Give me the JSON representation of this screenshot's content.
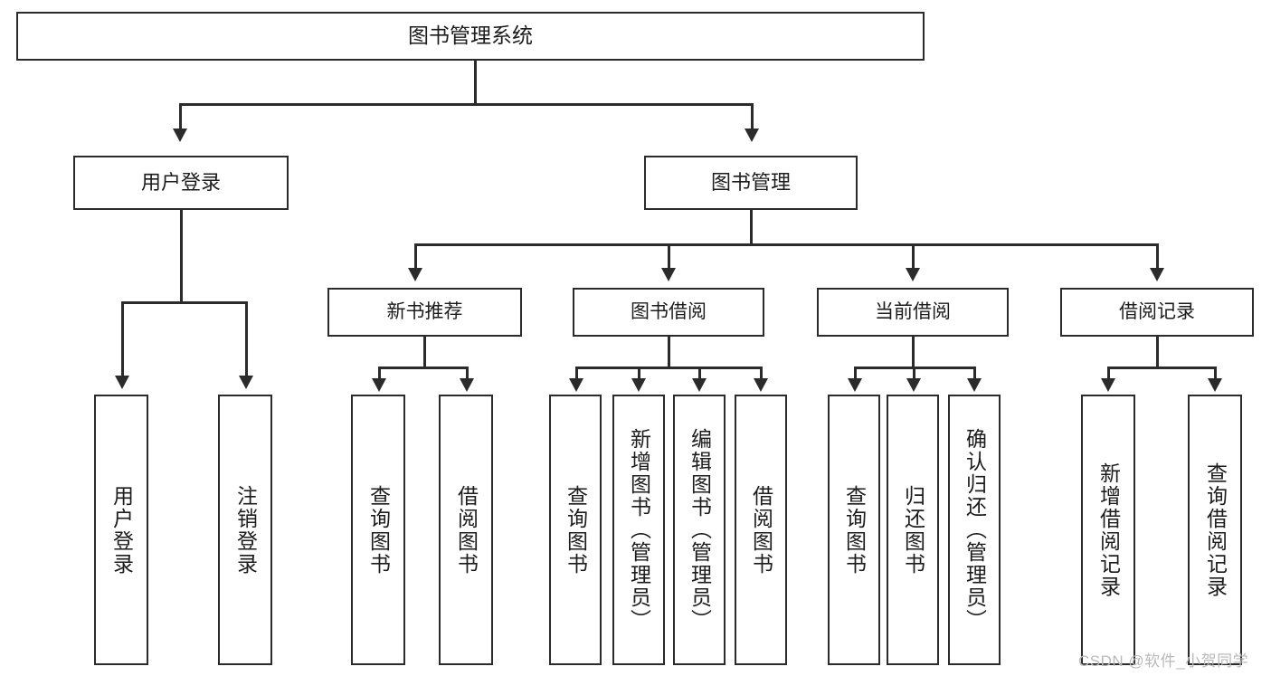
{
  "diagram": {
    "type": "tree-hierarchy-chart",
    "title": "图书管理系统",
    "root": {
      "label": "图书管理系统"
    },
    "level2": [
      {
        "id": "user-login",
        "label": "用户登录"
      },
      {
        "id": "book-management",
        "label": "图书管理"
      }
    ],
    "level3": [
      {
        "id": "new-book-recommend",
        "label": "新书推荐",
        "parent": "book-management"
      },
      {
        "id": "book-borrow",
        "label": "图书借阅",
        "parent": "book-management"
      },
      {
        "id": "current-borrow",
        "label": "当前借阅",
        "parent": "book-management"
      },
      {
        "id": "borrow-record",
        "label": "借阅记录",
        "parent": "book-management"
      }
    ],
    "leaves": {
      "user_login": [
        {
          "id": "leaf-user-login",
          "label": "用户登录"
        },
        {
          "id": "leaf-logout-login",
          "label": "注销登录"
        }
      ],
      "new_book_recommend": [
        {
          "id": "leaf-query-book-1",
          "label": "查询图书"
        },
        {
          "id": "leaf-borrow-book-1",
          "label": "借阅图书"
        }
      ],
      "book_borrow": [
        {
          "id": "leaf-query-book-2",
          "label": "查询图书"
        },
        {
          "id": "leaf-add-book",
          "label": "新增图书（管理员）"
        },
        {
          "id": "leaf-edit-book",
          "label": "编辑图书（管理员）"
        },
        {
          "id": "leaf-borrow-book-2",
          "label": "借阅图书"
        }
      ],
      "current_borrow": [
        {
          "id": "leaf-query-book-3",
          "label": "查询图书"
        },
        {
          "id": "leaf-return-book",
          "label": "归还图书"
        },
        {
          "id": "leaf-confirm-return",
          "label": "确认归还（管理员）"
        }
      ],
      "borrow_record": [
        {
          "id": "leaf-add-record",
          "label": "新增借阅记录"
        },
        {
          "id": "leaf-query-record",
          "label": "查询借阅记录"
        }
      ]
    }
  },
  "watermark": {
    "text": "CSDN @软件_小贺同学"
  },
  "colors": {
    "stroke": "#2b2b2b",
    "background": "#ffffff",
    "text": "#1c1c1c",
    "watermark": "#b9b9b9"
  }
}
